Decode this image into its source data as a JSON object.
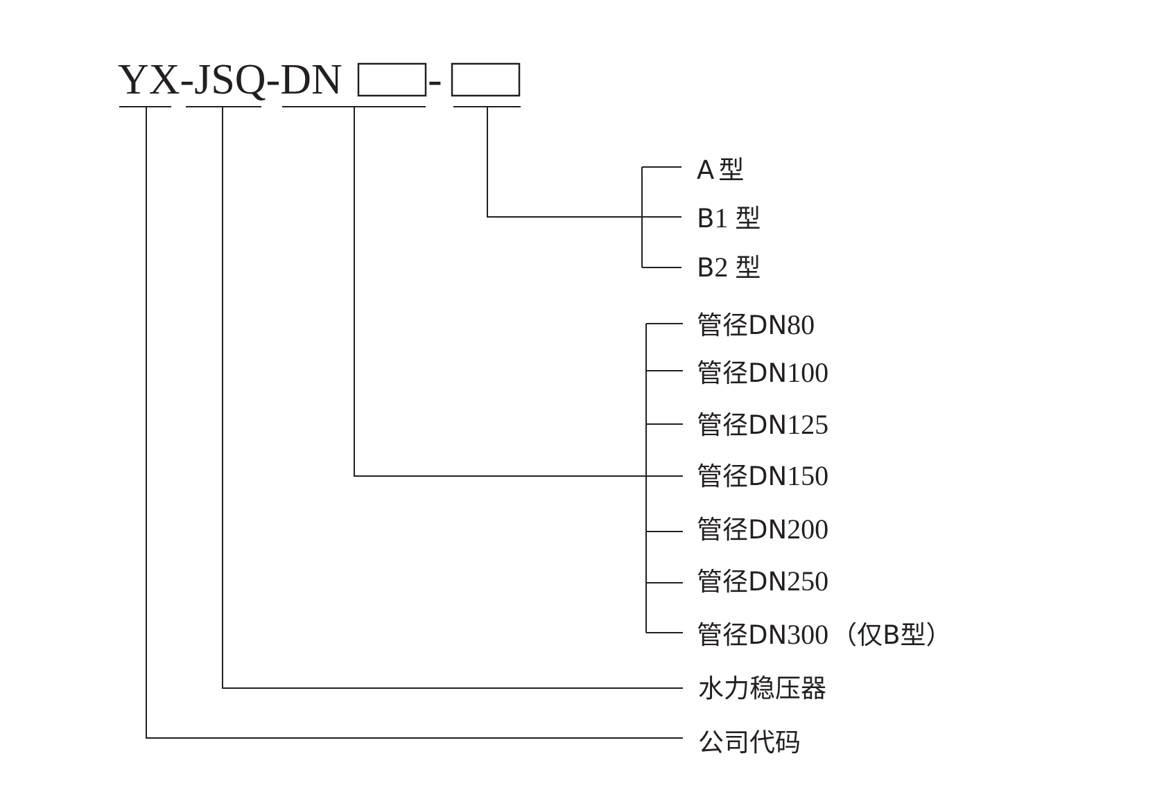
{
  "code": {
    "prefix": "YX-JSQ-DN",
    "separator": "-"
  },
  "type_options": [
    {
      "latin": "A",
      "num": "",
      "suffix": "型"
    },
    {
      "latin": "B",
      "num": "1",
      "suffix": "型"
    },
    {
      "latin": "B",
      "num": "2",
      "suffix": "型"
    }
  ],
  "diameter_options": [
    {
      "prefix": "管径DN",
      "num": "80",
      "suffix": ""
    },
    {
      "prefix": "管径DN",
      "num": "100",
      "suffix": ""
    },
    {
      "prefix": "管径DN",
      "num": "125",
      "suffix": ""
    },
    {
      "prefix": "管径DN",
      "num": "150",
      "suffix": ""
    },
    {
      "prefix": "管径DN",
      "num": "200",
      "suffix": ""
    },
    {
      "prefix": "管径DN",
      "num": "250",
      "suffix": ""
    },
    {
      "prefix": "管径DN",
      "num": "300",
      "suffix": "（仅B型）"
    }
  ],
  "product_label": "水力稳压器",
  "company_label": "公司代码"
}
